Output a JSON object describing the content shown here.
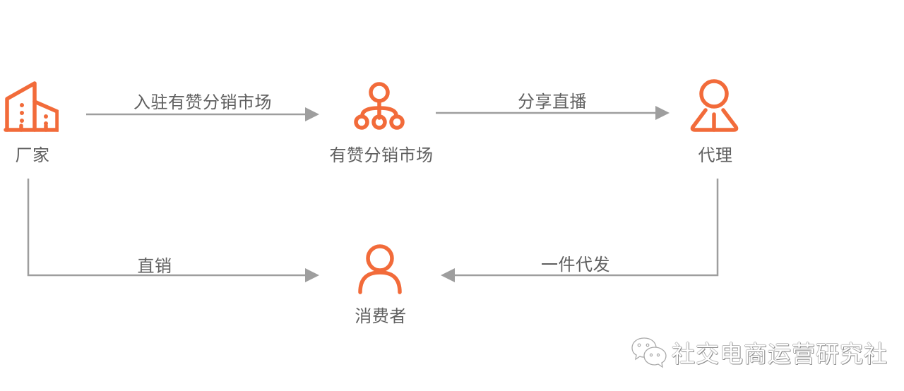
{
  "diagram": {
    "title": "",
    "colors": {
      "accent": "#f26b3a",
      "line": "#9e9e9e",
      "text": "#5f5f5f"
    },
    "nodes": {
      "manufacturer": {
        "label": "厂家",
        "icon": "building-icon"
      },
      "market": {
        "label": "有赞分销市场",
        "icon": "distribution-network-icon"
      },
      "agent": {
        "label": "代理",
        "icon": "agent-person-icon"
      },
      "consumer": {
        "label": "消费者",
        "icon": "user-icon"
      }
    },
    "edges": [
      {
        "from": "厂家",
        "to": "有赞分销市场",
        "label": "入驻有赞分销市场"
      },
      {
        "from": "有赞分销市场",
        "to": "代理",
        "label": "分享直播"
      },
      {
        "from": "厂家",
        "to": "消费者",
        "label": "直销"
      },
      {
        "from": "代理",
        "to": "消费者",
        "label": "一件代发"
      }
    ]
  },
  "watermark": {
    "icon": "wechat-icon",
    "text": "社交电商运营研究社"
  }
}
